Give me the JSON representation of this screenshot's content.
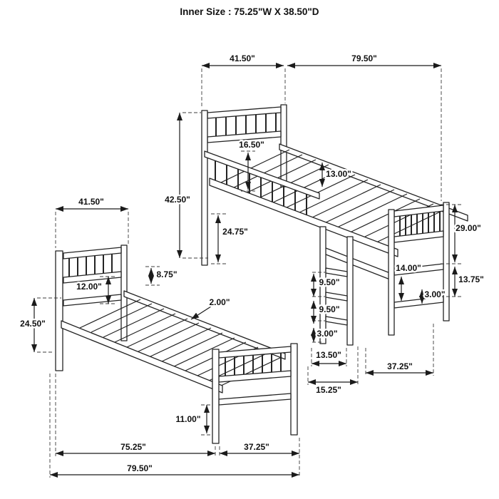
{
  "title": "Inner Size : 75.25\"W X  38.50\"D",
  "bunk": {
    "head_width": "41.50\"",
    "length": "79.50\"",
    "headboard_panel": "16.50\"",
    "total_height": "42.50\"",
    "guardrail_gap": "13.00\"",
    "rail_height": "24.75\"",
    "foot_frame_height": "29.00\"",
    "foot_rail_gap": "14.00\"",
    "foot_rail_spacing": "13.75\"",
    "foot_rail_thickness": "3.00\"",
    "foot_depth": "37.25\""
  },
  "ladder": {
    "rung_gap_upper": "9.50\"",
    "rung_gap_lower": "9.50\"",
    "bottom_gap": "3.00\"",
    "inner_width": "13.50\"",
    "outer_width": "15.25\""
  },
  "bed": {
    "head_width": "41.50\"",
    "headboard_rail_gap": "12.00\"",
    "rail_offset": "8.75\"",
    "slat_gap": "2.00\"",
    "headboard_height": "24.50\"",
    "footboard_leg": "11.00\"",
    "slat_length": "75.25\"",
    "footboard_width": "37.25\"",
    "length": "79.50\""
  }
}
